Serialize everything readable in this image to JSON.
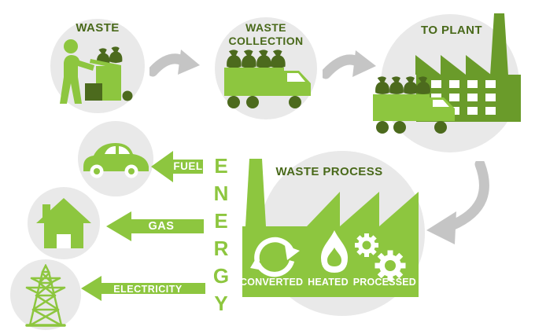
{
  "colors": {
    "light_green": "#8dc63f",
    "plant_green": "#6a9b2a",
    "dark_green": "#4c6a1d",
    "heading_green": "#49691a",
    "circle_gray": "#e9e9e9",
    "arrow_gray": "#c5c5c5",
    "white": "#ffffff"
  },
  "flow": {
    "waste_label": "WASTE",
    "collection_label": "WASTE COLLECTION",
    "to_plant_label": "TO PLANT",
    "process_label": "WASTE PROCESS",
    "process_steps": [
      "CONVERTED",
      "HEATED",
      "PROCESSED"
    ]
  },
  "energy": {
    "label": "ENERGY",
    "outputs": [
      "FUEL",
      "GAS",
      "ELECTRICITY"
    ]
  }
}
